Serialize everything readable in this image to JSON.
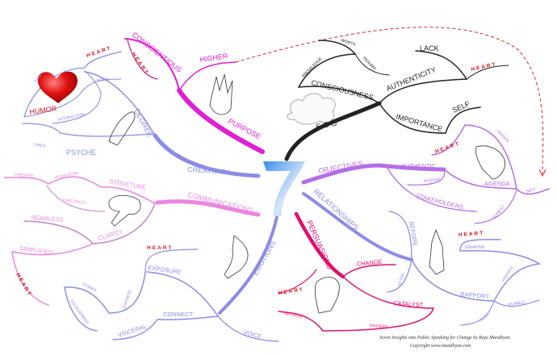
{
  "center": {
    "label": "7"
  },
  "colors": {
    "purpose": "#e01ed2",
    "blue": "#8c8ce6",
    "pink": "#ea86e0",
    "ego": "#222222",
    "objectives": "#b46ee6",
    "persuasions": "#e0106e",
    "heart": "#e01020",
    "dashed": "#e02030"
  },
  "purpose": {
    "main": "PURPOSE",
    "conscientious": "CONSCIENTIOUS",
    "heart": "HEART",
    "higher": "HIGHER"
  },
  "creativity": {
    "main": "CREATIVITY",
    "degree": "DEGREE",
    "psyche": "PSYCHE",
    "tires": "TIRES",
    "story": "STORY",
    "heart": "HEART",
    "norm": "NORM",
    "humor": "HUMOR",
    "interaction": "INTERACTION"
  },
  "communications": {
    "main": "COMMUNICATIONS",
    "structure": "STRUCTURE",
    "homework": "HOMEWORK",
    "prepare": "PREPARE",
    "substance": "SUBSTANCE",
    "clarity": "CLARITY",
    "seamless": "SEAMLESS",
    "simplified": "SIMPLIFIED",
    "heart": "HEART"
  },
  "emotions": {
    "main": "EMOTIONS",
    "exposure": "EXPOSURE",
    "heart": "HEART",
    "express": "EXPRESS",
    "human": "HUMAN",
    "engagement": "ENGAGEMENT",
    "connect": "CONNECT",
    "visceral": "VISCERAL",
    "voice": "VOICE"
  },
  "ego": {
    "main": "EGO",
    "consciousness": "CONSCIOUSNESS",
    "knowledge": "KNOWLEDGE",
    "worth": "WORTH",
    "trauma": "TRAUMA",
    "authenticity": "AUTHENTICITY",
    "lack": "LACK",
    "heart": "HEART",
    "importance": "IMPORTANCE",
    "self": "SELF"
  },
  "objectives": {
    "main": "OBJECTIVES",
    "authentic": "AUTHENTIC",
    "intense": "INTENSE",
    "agenda": "AGENDA",
    "self": "SELF",
    "hidden": "HIDDEN",
    "heart": "HEART",
    "stakeholders": "STAKEHOLDERS",
    "honest": "HONEST"
  },
  "relationships": {
    "main": "RELATIONSHIPS",
    "before": "BEFORE",
    "after": "AFTER",
    "rapport": "RAPPORT",
    "friends": "FRIENDS",
    "speaking": "SPEAKING",
    "heart": "HEART",
    "humble": "HUMBLE",
    "trust": "TRUST"
  },
  "persuasions": {
    "main": "PERSUASIONS",
    "change": "CHANGE",
    "catalyst": "CATALYST",
    "passion": "PASSION",
    "natural": "NATURAL",
    "heart": "HEART"
  },
  "caption": {
    "line1": "Seven Insights into Public Speaking for Change by Raju Mandhyan",
    "line2": "Copyright    www.mandhyan.com"
  }
}
